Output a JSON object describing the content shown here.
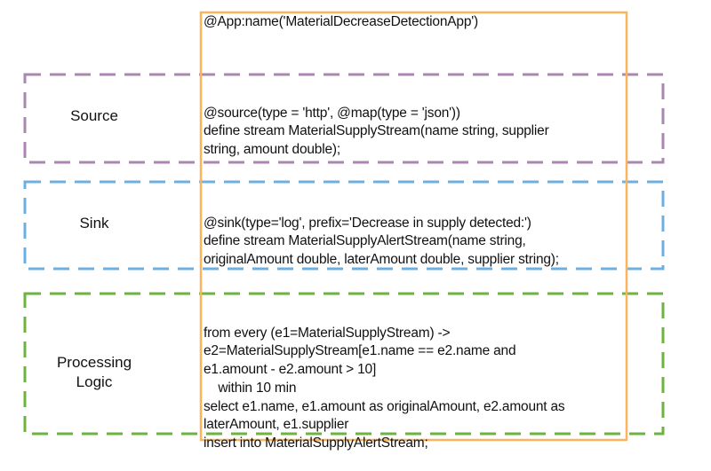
{
  "app_annotation": "@App:name('MaterialDecreaseDetectionApp')",
  "sections": [
    {
      "label": [
        "Source"
      ],
      "color": "#a987b0",
      "code": [
        "@source(type = 'http', @map(type = 'json'))",
        "define stream MaterialSupplyStream(name string, supplier",
        "string, amount double);"
      ]
    },
    {
      "label": [
        "Sink"
      ],
      "color": "#6cb0e2",
      "code": [
        "@sink(type='log', prefix='Decrease in supply detected:')",
        "define stream MaterialSupplyAlertStream(name string,",
        "originalAmount double, laterAmount double, supplier string);"
      ]
    },
    {
      "label": [
        "Processing",
        "Logic"
      ],
      "color": "#6db33f",
      "code": [
        "from every (e1=MaterialSupplyStream) ->",
        "e2=MaterialSupplyStream[e1.name == e2.name and",
        "e1.amount - e2.amount > 10]",
        "    within 10 min",
        "select e1.name, e1.amount as originalAmount, e2.amount as",
        "laterAmount, e1.supplier",
        "insert into MaterialSupplyAlertStream;"
      ]
    }
  ],
  "app_box_color": "#fbb45c"
}
